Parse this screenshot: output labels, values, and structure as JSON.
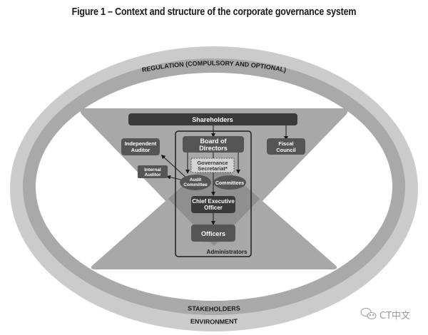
{
  "title": "Figure 1 – Context and structure of the corporate governance system",
  "rings": {
    "regulation": "REGULATION (COMPULSORY AND OPTIONAL)",
    "stakeholders": "STAKEHOLDERS",
    "environment": "ENVIRONMENT"
  },
  "nodes": {
    "shareholders": "Shareholders",
    "board_line1": "Board of",
    "board_line2": "Directors",
    "independent_auditor_line1": "Independent",
    "independent_auditor_line2": "Auditor",
    "fiscal_council_line1": "Fiscal",
    "fiscal_council_line2": "Council",
    "internal_auditor_line1": "Internal",
    "internal_auditor_line2": "Auditor",
    "governance_secretariat_line1": "Governance",
    "governance_secretariat_line2": "Secretariat*",
    "audit_committee_line1": "Audit",
    "audit_committee_line2": "Committee",
    "committees": "Committees",
    "ceo_line1": "Chief Executive",
    "ceo_line2": "Officer",
    "officers": "Officers",
    "administrators": "Administrators"
  },
  "colors": {
    "outer_ring": "#cbcbcd",
    "inner_ring": "#a9a9ab",
    "triangle": "#a8a8aa",
    "overlap": "#8f8f91",
    "box": "#555557",
    "box_dark": "#3a3a3c",
    "administrators_frame": "#1e1e1e"
  },
  "watermark": {
    "icon": "wechat-icon",
    "text": "CT中文"
  }
}
